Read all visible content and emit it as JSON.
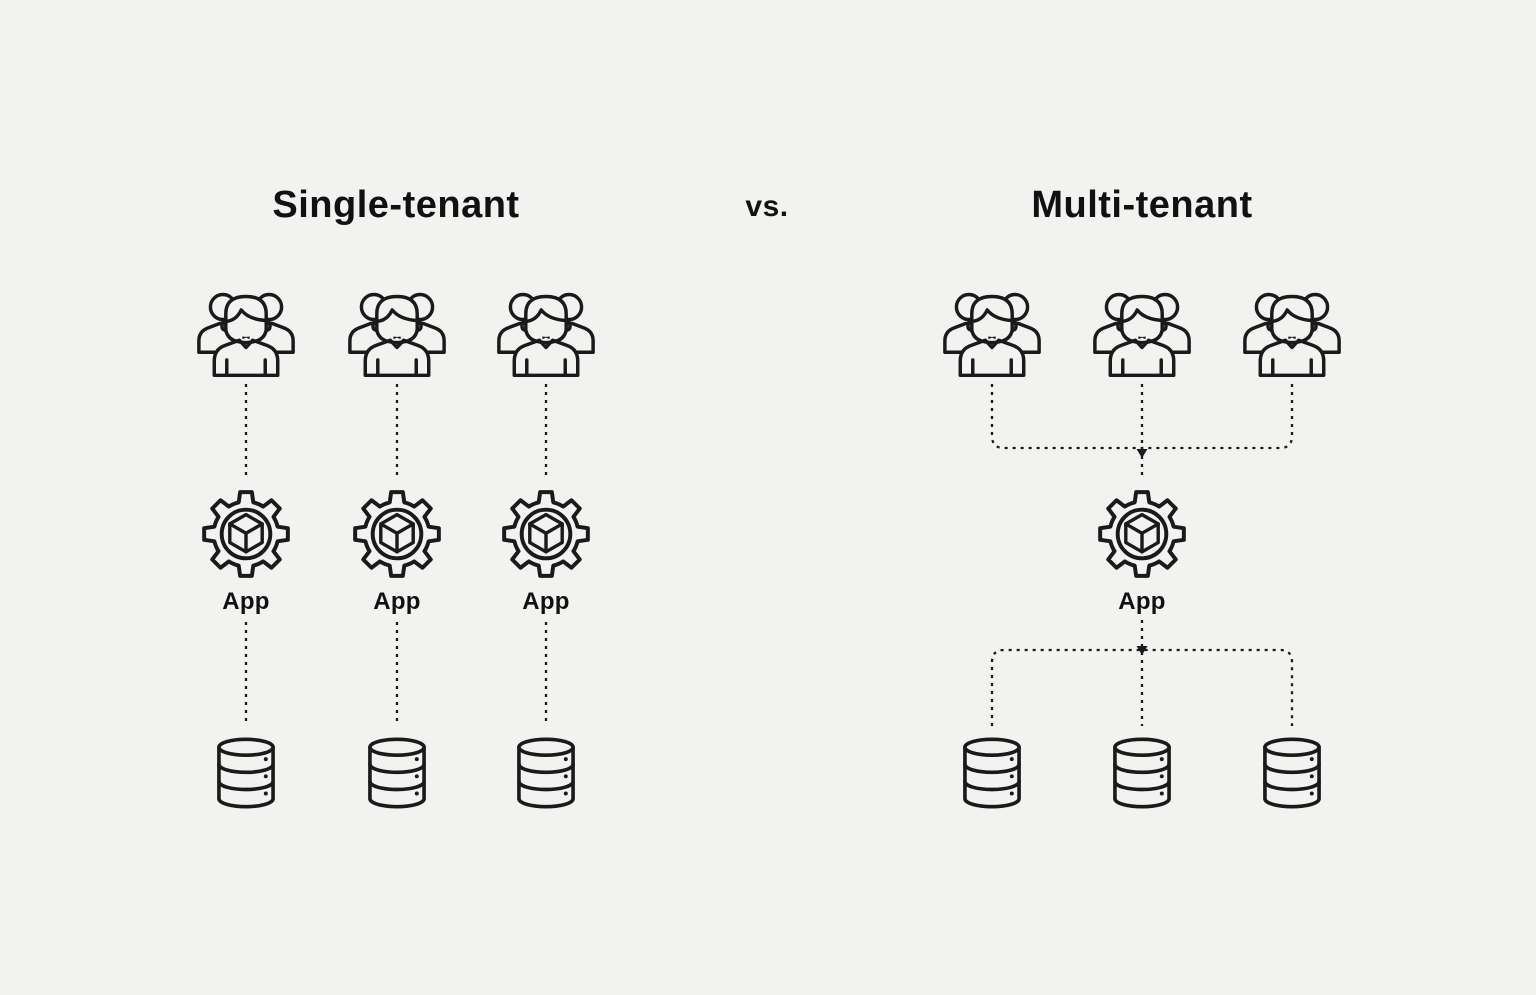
{
  "diagram": {
    "background_color": "#f2f2f0",
    "line_color": "#1a1a1a",
    "vs_label": "vs.",
    "single_tenant": {
      "title": "Single-tenant",
      "columns": [
        {
          "users_icon": "users-group-icon",
          "app_icon": "gear-cube-icon",
          "app_label": "App",
          "database_icon": "database-icon"
        },
        {
          "users_icon": "users-group-icon",
          "app_icon": "gear-cube-icon",
          "app_label": "App",
          "database_icon": "database-icon"
        },
        {
          "users_icon": "users-group-icon",
          "app_icon": "gear-cube-icon",
          "app_label": "App",
          "database_icon": "database-icon"
        }
      ]
    },
    "multi_tenant": {
      "title": "Multi-tenant",
      "users_icons": [
        "users-group-icon",
        "users-group-icon",
        "users-group-icon"
      ],
      "app_icon": "gear-cube-icon",
      "app_label": "App",
      "database_icons": [
        "database-icon",
        "database-icon",
        "database-icon"
      ]
    }
  }
}
